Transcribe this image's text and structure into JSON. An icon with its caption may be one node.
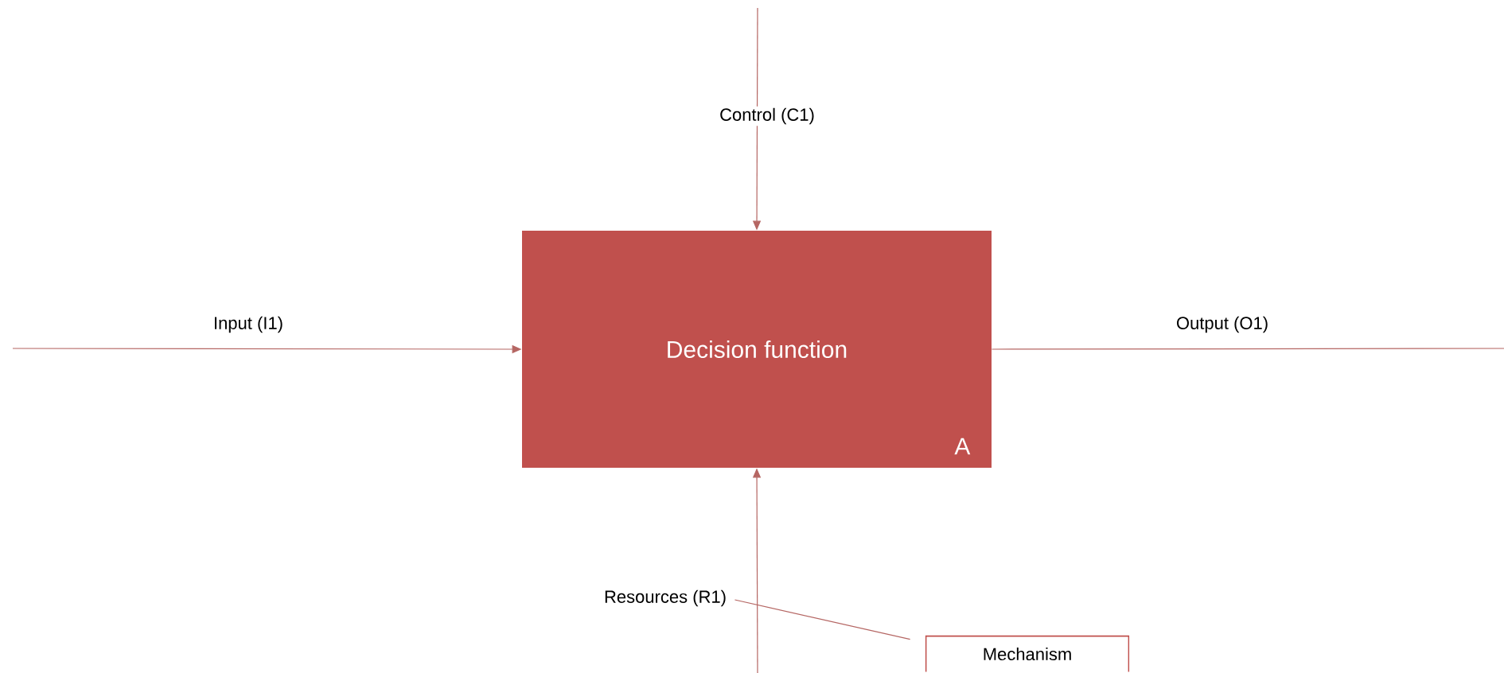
{
  "diagram": {
    "nodes": [
      {
        "text": [
          "Decision function",
          "A"
        ]
      },
      {
        "text": [
          "Resources (R1)"
        ]
      },
      {
        "text": [
          "Mechanism"
        ]
      }
    ],
    "edges": [
      {
        "from": null,
        "to": 0,
        "arrow": "to",
        "label": "Control (C1)"
      },
      {
        "from": null,
        "to": 0,
        "arrow": "to",
        "label": "Input (I1)"
      },
      {
        "from": 0,
        "to": null,
        "arrow": "none",
        "label": "Output (O1)"
      },
      {
        "from": null,
        "to": 0,
        "arrow": "to"
      },
      {
        "from": 1,
        "to": 2,
        "arrow": "none"
      }
    ]
  }
}
